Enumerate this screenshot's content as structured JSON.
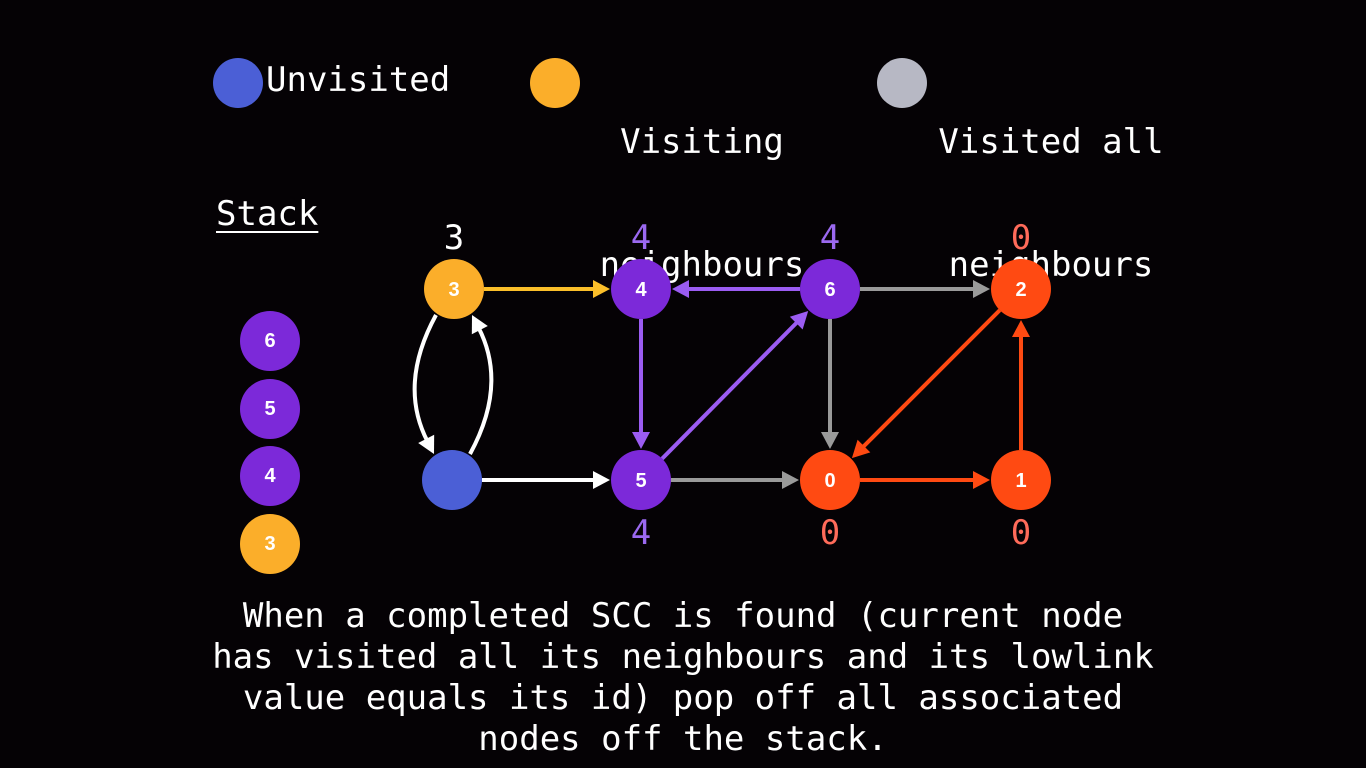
{
  "legend": {
    "unvisited": {
      "label": "Unvisited",
      "color": "#4b5fd6"
    },
    "visiting": {
      "label_line1": "Visiting",
      "label_line2": "neighbours",
      "color": "#fbae2a"
    },
    "visited_all": {
      "label_line1": "Visited all",
      "label_line2": "neighbours",
      "color": "#b7b8c4"
    }
  },
  "stack": {
    "title": "Stack",
    "items": [
      {
        "label": "6",
        "color": "#7c29d9"
      },
      {
        "label": "5",
        "color": "#7c29d9"
      },
      {
        "label": "4",
        "color": "#7c29d9"
      },
      {
        "label": "3",
        "color": "#fbae2a"
      }
    ]
  },
  "graph": {
    "nodes": [
      {
        "id": "3",
        "label": "3",
        "lowlink": "3",
        "color": "#fbae2a",
        "lowlink_color": "#ffffff"
      },
      {
        "id": "4",
        "label": "4",
        "lowlink": "4",
        "color": "#7c29d9",
        "lowlink_color": "#9b69f0"
      },
      {
        "id": "6",
        "label": "6",
        "lowlink": "4",
        "color": "#7c29d9",
        "lowlink_color": "#9b69f0"
      },
      {
        "id": "2",
        "label": "2",
        "lowlink": "0",
        "color": "#ff4a12",
        "lowlink_color": "#ff6b5a"
      },
      {
        "id": "7",
        "label": "",
        "lowlink": "",
        "color": "#4b5fd6",
        "lowlink_color": "#ffffff"
      },
      {
        "id": "5",
        "label": "5",
        "lowlink": "4",
        "color": "#7c29d9",
        "lowlink_color": "#9b69f0"
      },
      {
        "id": "0",
        "label": "0",
        "lowlink": "0",
        "color": "#ff4a12",
        "lowlink_color": "#ff6b5a"
      },
      {
        "id": "1",
        "label": "1",
        "lowlink": "0",
        "color": "#ff4a12",
        "lowlink_color": "#ff6b5a"
      }
    ],
    "edges": [
      {
        "from": "3",
        "to": "4",
        "color": "#fbbf2a"
      },
      {
        "from": "6",
        "to": "4",
        "color": "#9b5cf2"
      },
      {
        "from": "6",
        "to": "2",
        "color": "#9a9a9a"
      },
      {
        "from": "4",
        "to": "5",
        "color": "#9b5cf2"
      },
      {
        "from": "5",
        "to": "6",
        "color": "#9b5cf2"
      },
      {
        "from": "6",
        "to": "0",
        "color": "#9a9a9a"
      },
      {
        "from": "2",
        "to": "0",
        "color": "#ff4a12"
      },
      {
        "from": "1",
        "to": "2",
        "color": "#ff4a12"
      },
      {
        "from": "7",
        "to": "5",
        "color": "#ffffff"
      },
      {
        "from": "5",
        "to": "0",
        "color": "#9a9a9a"
      },
      {
        "from": "0",
        "to": "1",
        "color": "#ff4a12"
      },
      {
        "from": "3",
        "to": "7",
        "color": "#ffffff",
        "curve": "left"
      },
      {
        "from": "7",
        "to": "3",
        "color": "#ffffff",
        "curve": "right"
      }
    ]
  },
  "caption": {
    "line1": "When a completed SCC is found (current node",
    "line2": "has visited all its neighbours and its lowlink",
    "line3": "value equals its id) pop off all associated",
    "line4": "nodes off the stack."
  }
}
